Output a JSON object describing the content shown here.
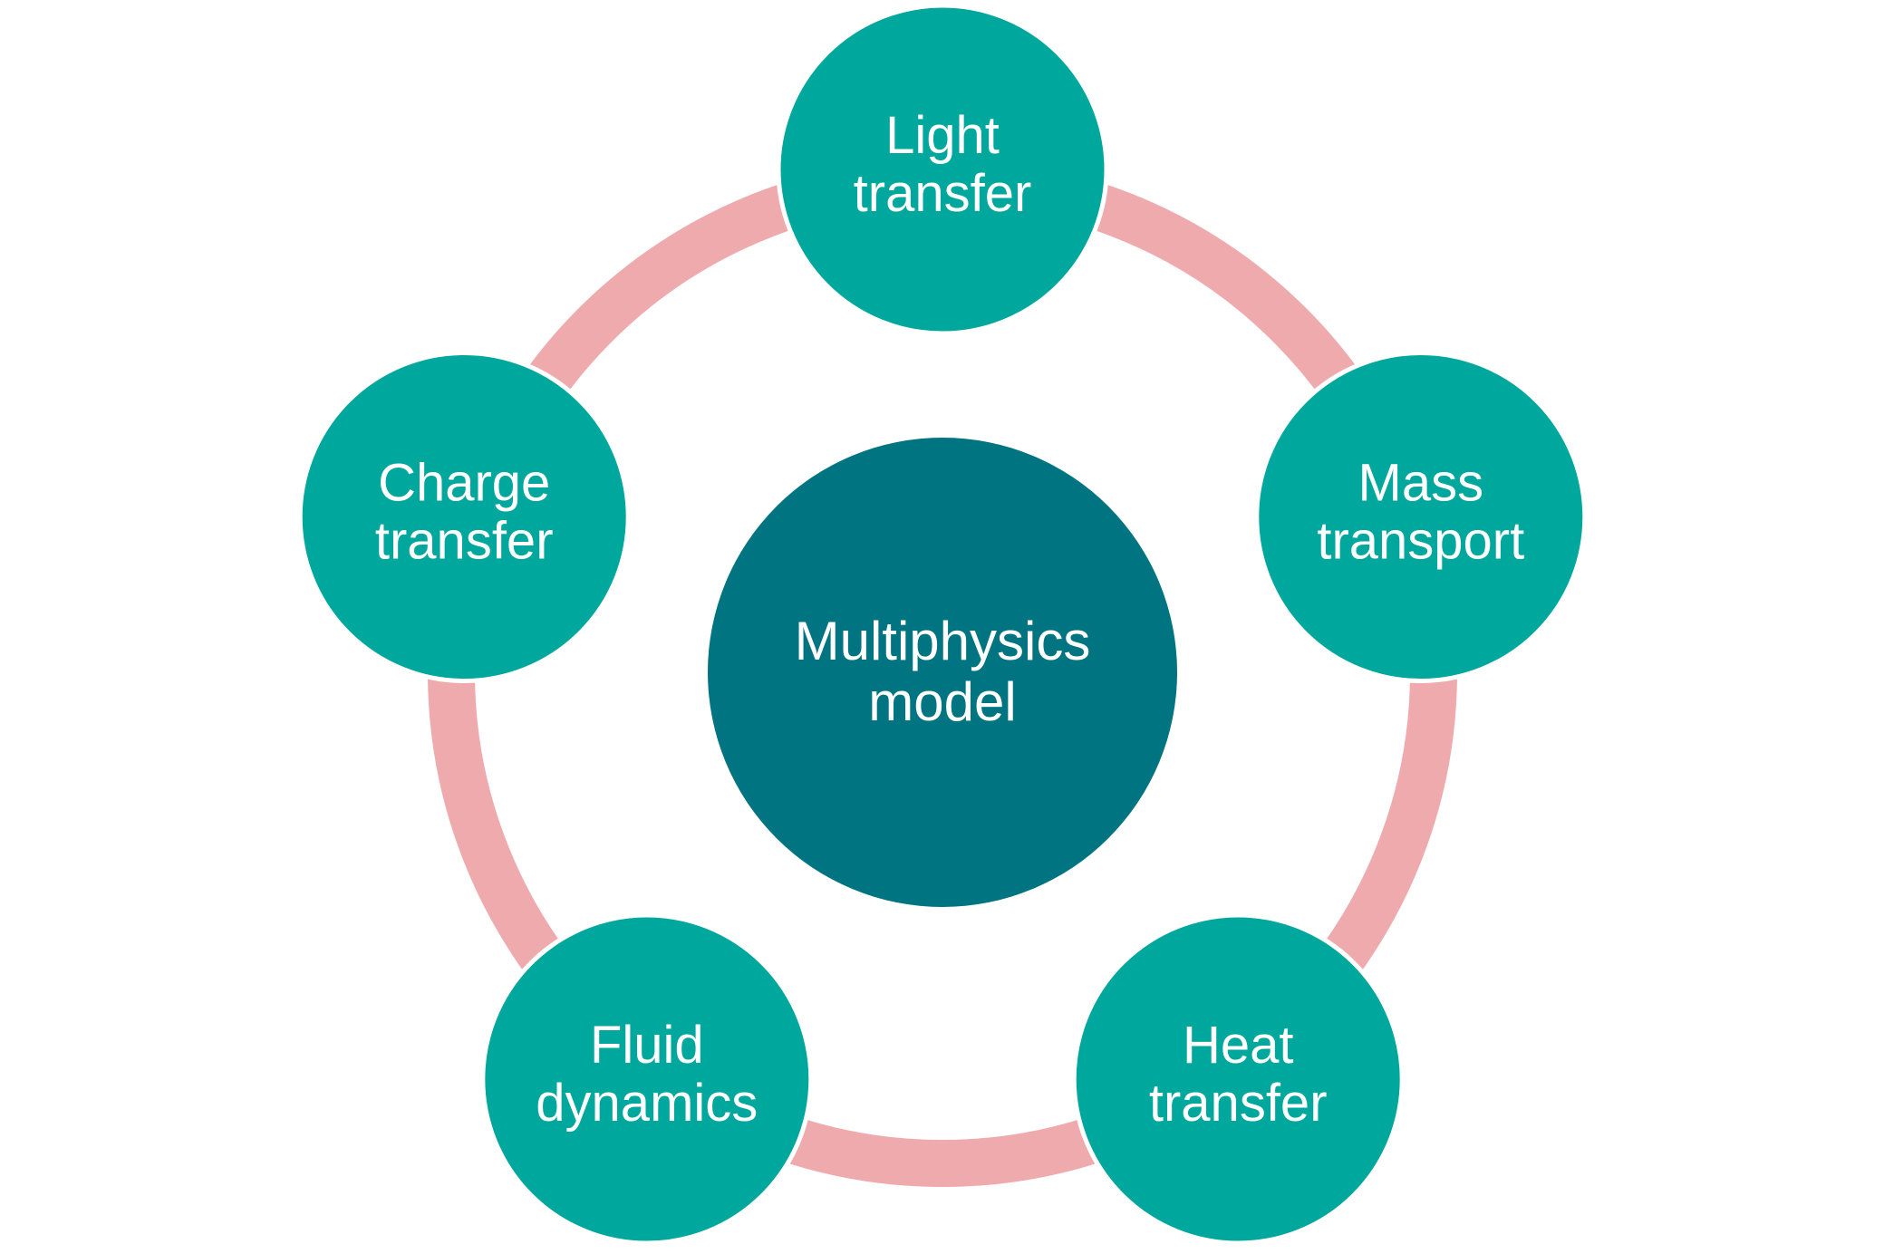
{
  "diagram": {
    "type": "cycle",
    "center": {
      "lines": [
        "Multiphysics",
        "model"
      ],
      "color": "#007480"
    },
    "nodes": [
      {
        "lines": [
          "Light",
          "transfer"
        ]
      },
      {
        "lines": [
          "Mass",
          "transport"
        ]
      },
      {
        "lines": [
          "Heat",
          "transfer"
        ]
      },
      {
        "lines": [
          "Fluid",
          "dynamics"
        ]
      },
      {
        "lines": [
          "Charge",
          "transfer"
        ]
      }
    ],
    "colors": {
      "node": "#00A79D",
      "ring": "#EFAAAD",
      "text": "#FFFFFF",
      "background": "#FFFFFF"
    }
  }
}
